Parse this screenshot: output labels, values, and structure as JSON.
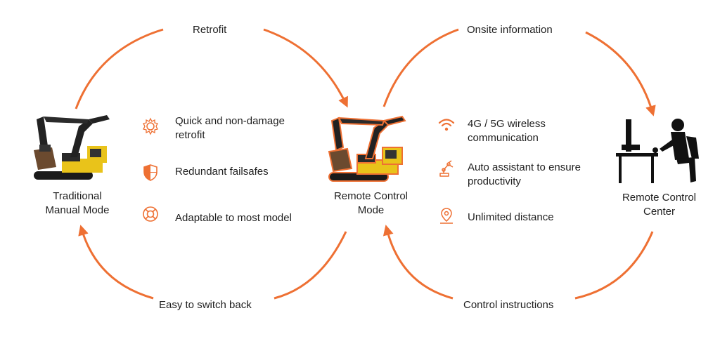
{
  "colors": {
    "accent": "#EE7033",
    "machine_yellow": "#E9C31A",
    "silhouette": "#111111"
  },
  "arrows": {
    "retrofit": "Retrofit",
    "onsite": "Onsite information",
    "switch_back": "Easy to switch back",
    "control": "Control instructions"
  },
  "nodes": {
    "traditional": {
      "line1": "Traditional",
      "line2": "Manual Mode",
      "icon": "excavator-icon"
    },
    "remote": {
      "line1": "Remote Control",
      "line2": "Mode",
      "icon": "excavator-icon"
    },
    "center": {
      "line1": "Remote Control",
      "line2": "Center",
      "icon": "operator-desk-icon"
    }
  },
  "features_left": [
    {
      "icon": "gear-icon",
      "line1": "Quick and non-damage",
      "line2": "retrofit"
    },
    {
      "icon": "shield-icon",
      "line1": "Redundant failsafes",
      "line2": ""
    },
    {
      "icon": "lifebuoy-icon",
      "line1": "Adaptable to most model",
      "line2": ""
    }
  ],
  "features_right": [
    {
      "icon": "wifi-icon",
      "line1": "4G / 5G wireless",
      "line2": "communication"
    },
    {
      "icon": "robot-arm-icon",
      "line1": "Auto assistant to ensure",
      "line2": "productivity"
    },
    {
      "icon": "location-pin-icon",
      "line1": "Unlimited distance",
      "line2": ""
    }
  ]
}
